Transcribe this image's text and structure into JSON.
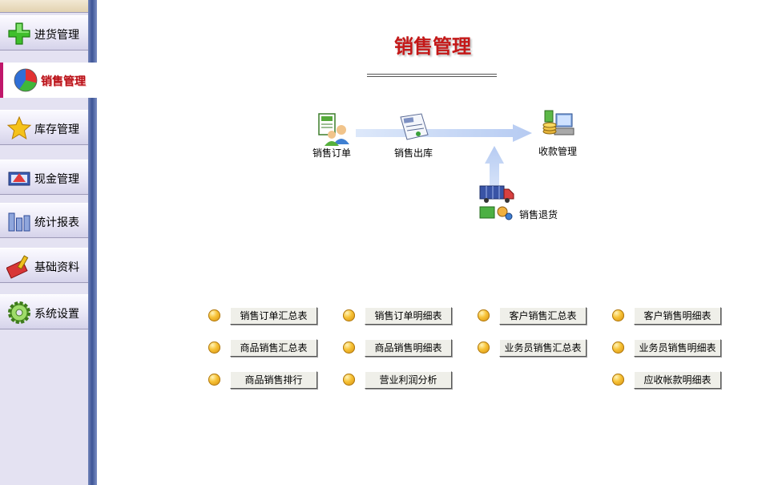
{
  "sidebar": {
    "items": [
      {
        "label": "进货管理",
        "icon": "plus-icon",
        "active": false
      },
      {
        "label": "销售管理",
        "icon": "pie-chart-icon",
        "active": true
      },
      {
        "label": "库存管理",
        "icon": "star-icon",
        "active": false
      },
      {
        "label": "现金管理",
        "icon": "cash-icon",
        "active": false
      },
      {
        "label": "统计报表",
        "icon": "bar-chart-icon",
        "active": false
      },
      {
        "label": "基础资料",
        "icon": "toolbox-icon",
        "active": false
      },
      {
        "label": "系统设置",
        "icon": "gear-icon",
        "active": false
      }
    ]
  },
  "main": {
    "title": "销售管理",
    "flow": {
      "order": "销售订单",
      "outbound": "销售出库",
      "payment": "收款管理",
      "return": "销售退货"
    },
    "reports": [
      [
        "销售订单汇总表",
        "销售订单明细表",
        "客户销售汇总表",
        "客户销售明细表"
      ],
      [
        "商品销售汇总表",
        "商品销售明细表",
        "业务员销售汇总表",
        "业务员销售明细表"
      ],
      [
        "商品销售排行",
        "营业利润分析",
        "",
        "应收帐款明细表"
      ]
    ]
  },
  "colors": {
    "accent_red": "#c41818",
    "sidebar_rail": "#3d5597",
    "active_marker": "#c0176a"
  }
}
